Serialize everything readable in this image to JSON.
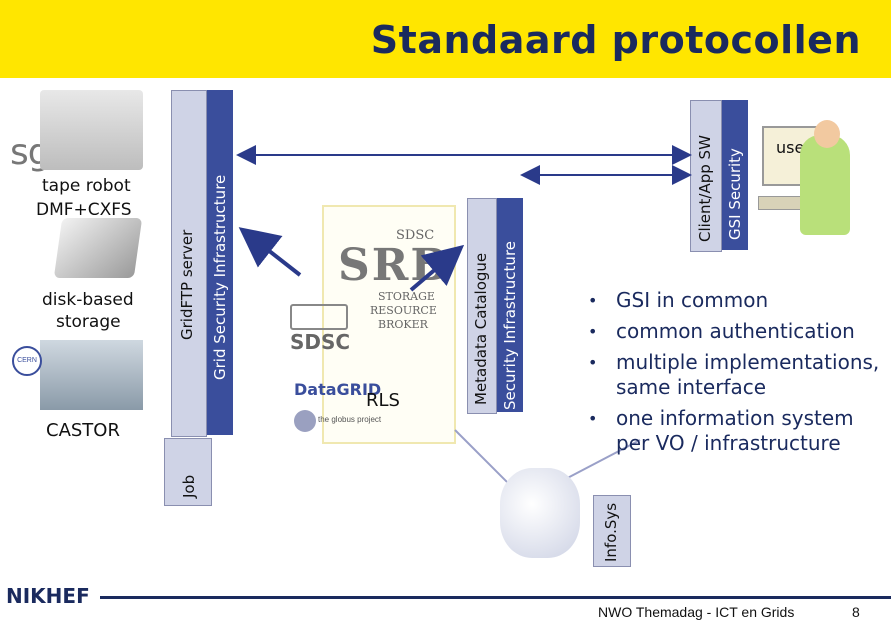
{
  "slide": {
    "title": "Standaard protocollen",
    "page_number": "8",
    "footer": "NWO Themadag - ICT en Grids"
  },
  "logos": {
    "sgi": "sgi",
    "cern": "CERN",
    "srb_sdsc": "SDSC",
    "srb_name": "SRB",
    "srb_sub1": "STORAGE",
    "srb_sub2": "RESOURCE",
    "srb_sub3": "BROKER",
    "sdsc_lower": "SDSC",
    "datagrid": "DataGRID",
    "globus": "the globus project",
    "nikhef": "NIKHEF"
  },
  "left_labels": {
    "tape": "tape robot",
    "dmf": "DMF+CXFS",
    "disk1": "disk-based",
    "disk2": "storage",
    "castor": "CASTOR"
  },
  "bars": {
    "gridftp": "GridFTP server",
    "gsi_infra": "Grid Security Infrastructure",
    "job": "Job",
    "metadata": "Metadata Catalogue",
    "security_infra": "Security Infrastructure",
    "rls": "RLS",
    "client_app": "Client/App SW",
    "gsi_security": "GSI Security",
    "infosys": "Info.Sys",
    "user": "user"
  },
  "bullets": [
    "GSI in common",
    "common authentication",
    "multiple implementations, same interface",
    "one information system per VO / infrastructure"
  ],
  "colors": {
    "title_bar": "#ffe600",
    "title_text": "#1a2a5e",
    "bar_blue": "#3a4e9c",
    "bar_grey": "#cfd3e6"
  }
}
